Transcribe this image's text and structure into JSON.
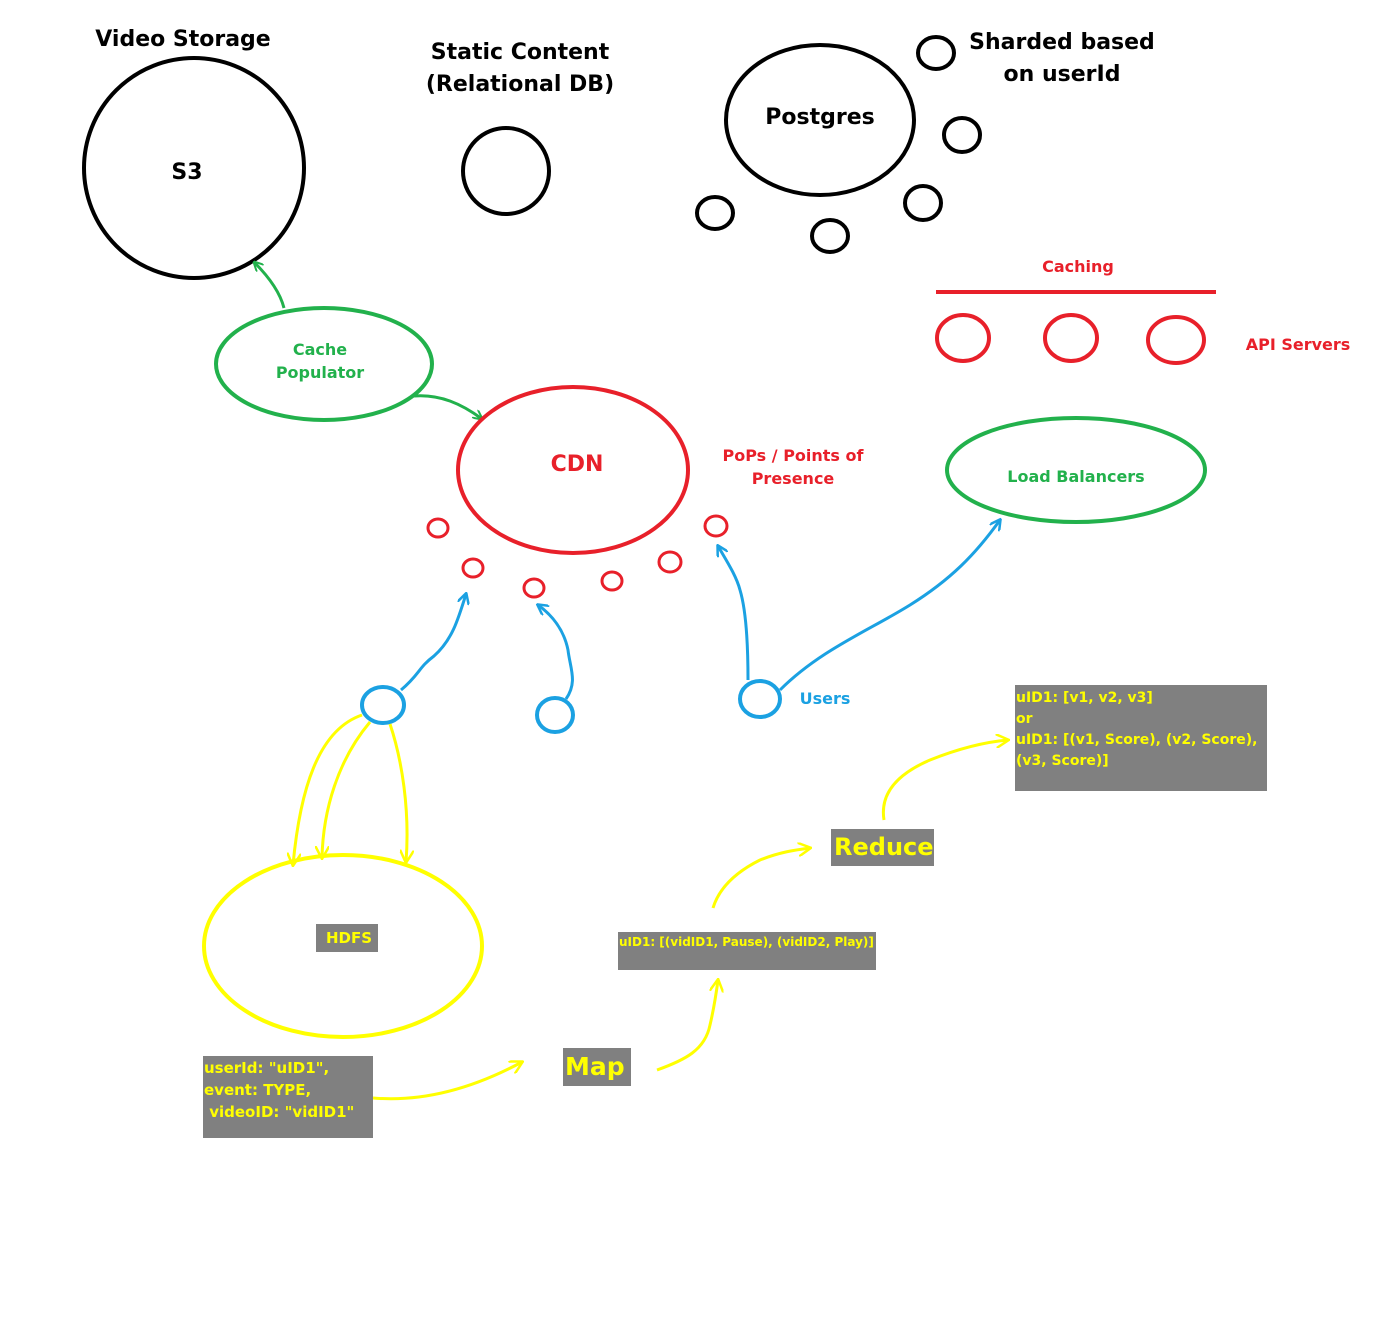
{
  "colors": {
    "black": "#000000",
    "red": "#e8202a",
    "green": "#22b14c",
    "blue": "#1ba1e2",
    "yellow": "#ffff00",
    "box_bg": "#808080"
  },
  "labels": {
    "video_storage": "Video Storage",
    "s3": "S3",
    "static_content_line1": "Static Content",
    "static_content_line2": "(Relational DB)",
    "postgres": "Postgres",
    "sharded_line1": "Sharded based",
    "sharded_line2": "on userId",
    "caching": "Caching",
    "api_servers": "API Servers",
    "cache_populator_line1": "Cache",
    "cache_populator_line2": "Populator",
    "cdn": "CDN",
    "pops_line1": "PoPs / Points of",
    "pops_line2": "Presence",
    "load_balancers": "Load Balancers",
    "users": "Users"
  },
  "boxes": {
    "hdfs": "HDFS",
    "event_record": [
      "userId: \"uID1\",",
      "event: TYPE,",
      " videoID: \"vidID1\""
    ],
    "map": "Map",
    "map_output": "uID1: [(vidID1, Pause), (vidID2, Play)]",
    "reduce": "Reduce",
    "reduce_output": [
      "uID1: [v1, v2, v3]",
      "or",
      "uID1: [(v1, Score), (v2, Score),",
      "(v3, Score)]"
    ]
  }
}
